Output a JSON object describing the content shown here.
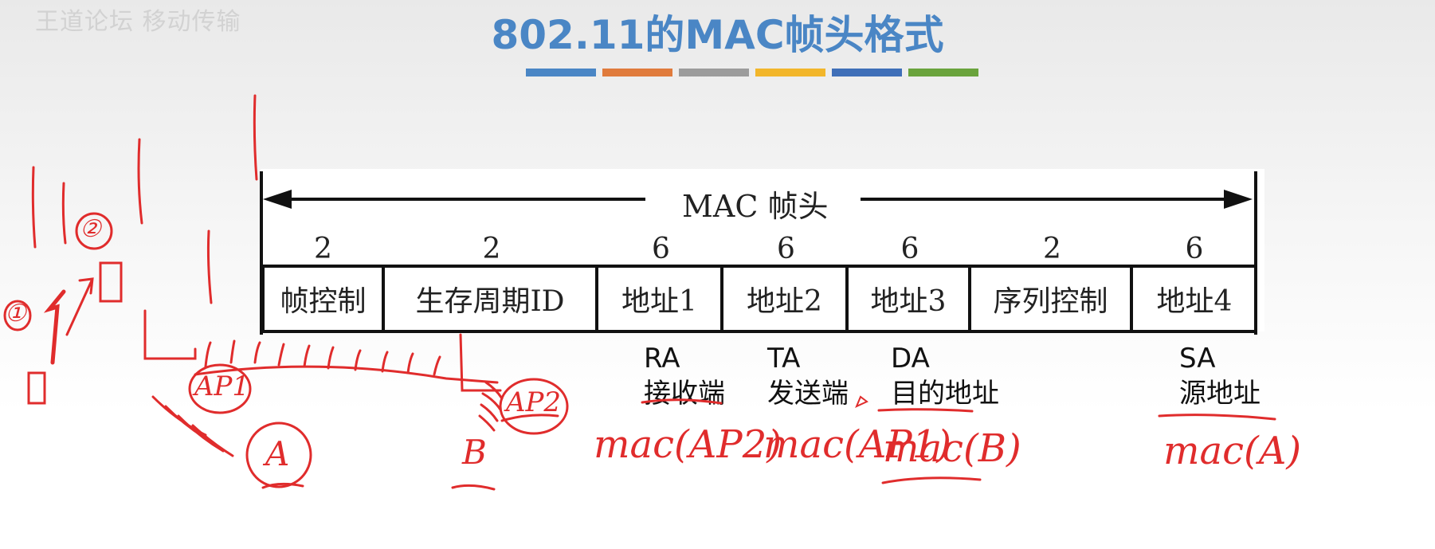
{
  "watermark": "王道论坛 移动传输",
  "title": "802.11的MAC帧头格式",
  "accent_colors": [
    "#4a86c5",
    "#e07b3c",
    "#9c9c9c",
    "#f2b62b",
    "#3f6fb8",
    "#6aa33c"
  ],
  "header_label": "MAC 帧头",
  "fields": [
    {
      "size": "2",
      "name": "帧控制"
    },
    {
      "size": "2",
      "name": "生存周期ID"
    },
    {
      "size": "6",
      "name": "地址1"
    },
    {
      "size": "6",
      "name": "地址2"
    },
    {
      "size": "6",
      "name": "地址3"
    },
    {
      "size": "2",
      "name": "序列控制"
    },
    {
      "size": "6",
      "name": "地址4"
    }
  ],
  "annotations": [
    {
      "abbr": "RA",
      "meaning": "接收端"
    },
    {
      "abbr": "TA",
      "meaning": "发送端"
    },
    {
      "abbr": "DA",
      "meaning": "目的地址"
    },
    {
      "abbr": "SA",
      "meaning": "源地址"
    }
  ],
  "handwriting": {
    "addr1": "mac(AP2)",
    "addr2": "mac(AP1)",
    "addr3": "mac(B)",
    "addr4": "mac(A)",
    "ap1": "AP1",
    "ap2": "AP2",
    "host_a": "A",
    "host_b": "B",
    "step1": "①",
    "step2": "②"
  },
  "ink_color": "#e02c2c"
}
